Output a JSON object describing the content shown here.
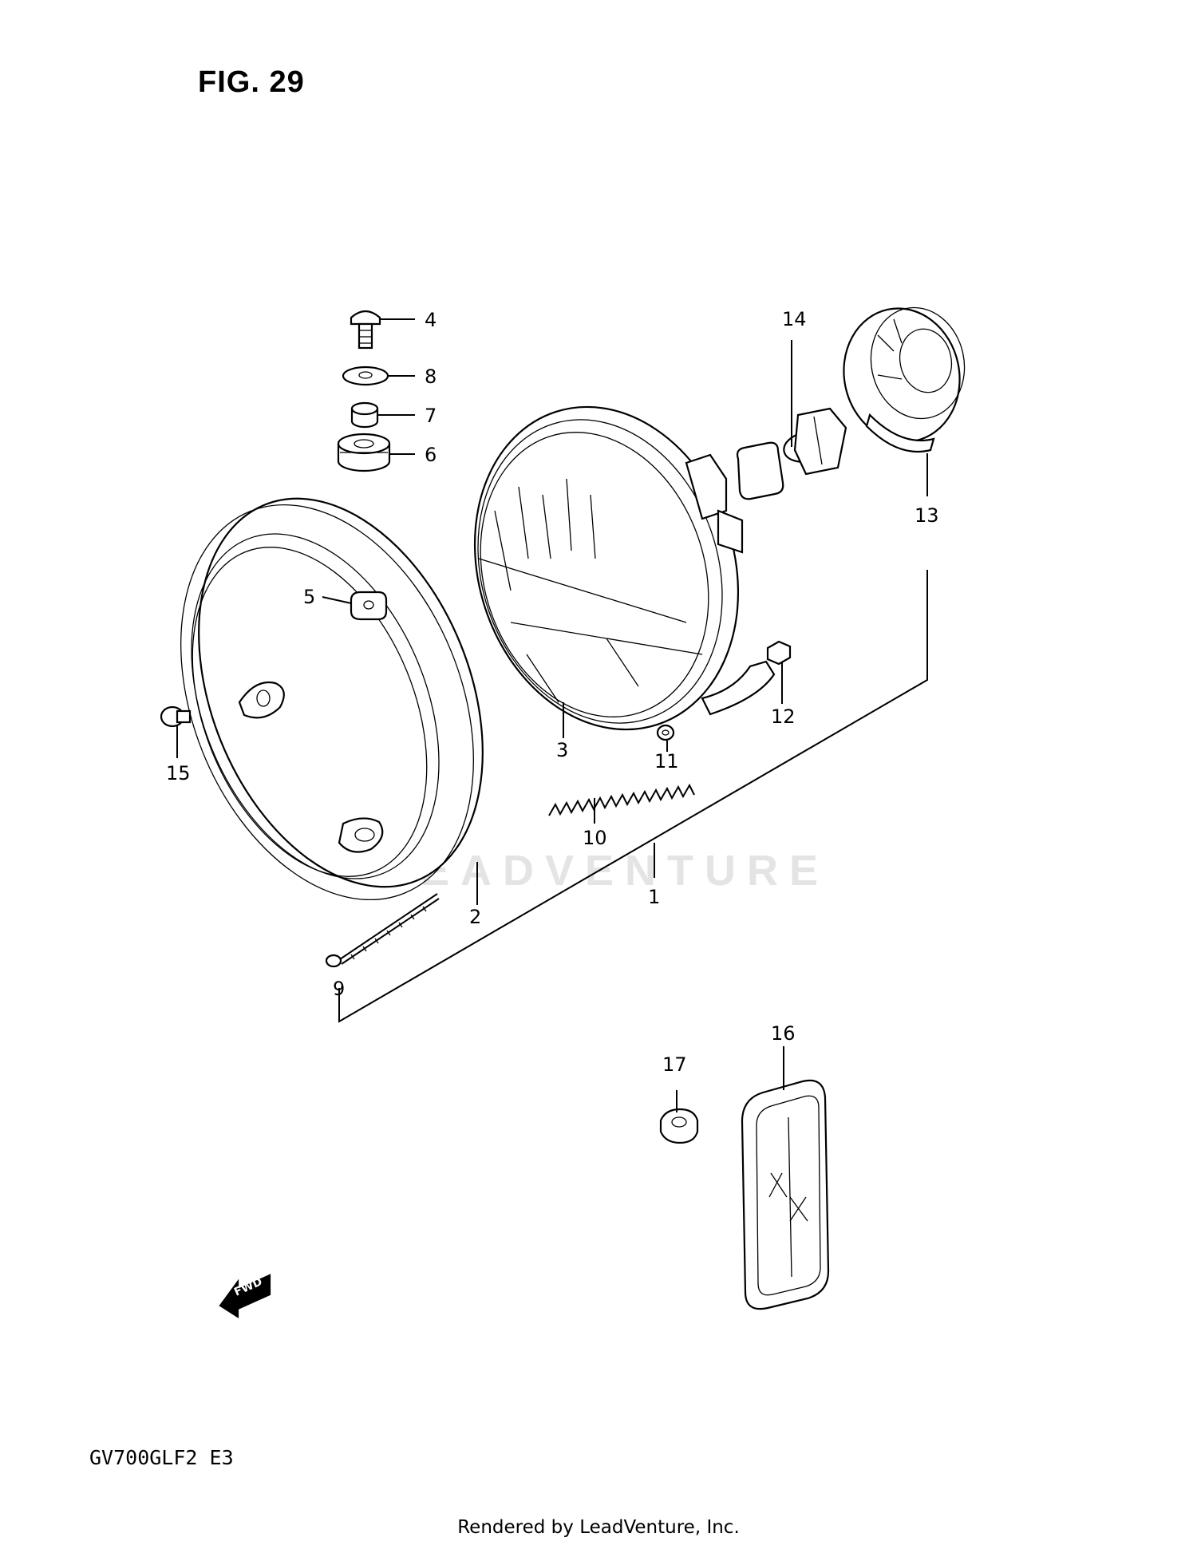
{
  "figure": {
    "title": "FIG. 29"
  },
  "model_code": "GV700GLF2  E3",
  "watermark": "LEADVENTURE",
  "footer": "Rendered by LeadVenture, Inc.",
  "fwd_label": "FWD",
  "callouts": {
    "c1": "1",
    "c2": "2",
    "c3": "3",
    "c4": "4",
    "c5": "5",
    "c6": "6",
    "c7": "7",
    "c8": "8",
    "c9": "9",
    "c10": "10",
    "c11": "11",
    "c12": "12",
    "c13": "13",
    "c14": "14",
    "c15": "15",
    "c16": "16",
    "c17": "17"
  },
  "icons": {
    "headlight_rim": "headlight-rim-icon",
    "headlight_unit": "headlight-unit-icon",
    "bulb": "bulb-icon",
    "socket_housing": "socket-housing-icon",
    "reflector": "reflector-icon",
    "fwd_arrow": "fwd-arrow-icon"
  }
}
